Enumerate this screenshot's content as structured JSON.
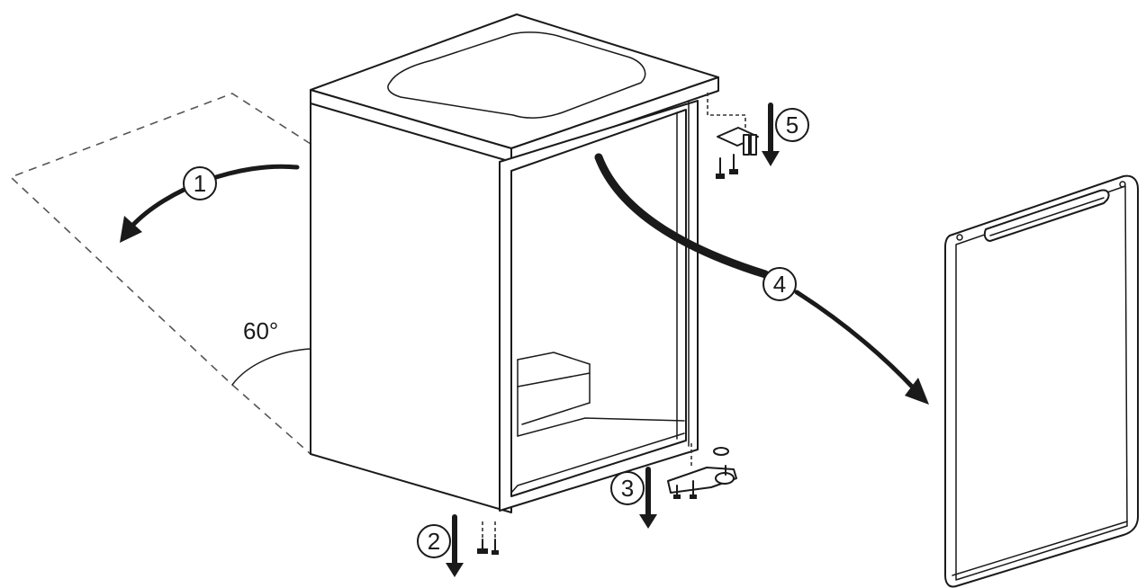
{
  "diagram": {
    "angle_label": "60°",
    "steps": [
      {
        "label": "1"
      },
      {
        "label": "2"
      },
      {
        "label": "3"
      },
      {
        "label": "4"
      },
      {
        "label": "5"
      }
    ]
  },
  "colors": {
    "line": "#1a1a1a",
    "dashed": "#555555",
    "background": "#ffffff"
  },
  "icons": [
    "screw-icon",
    "hinge-bracket-icon",
    "arrow-down-icon"
  ]
}
